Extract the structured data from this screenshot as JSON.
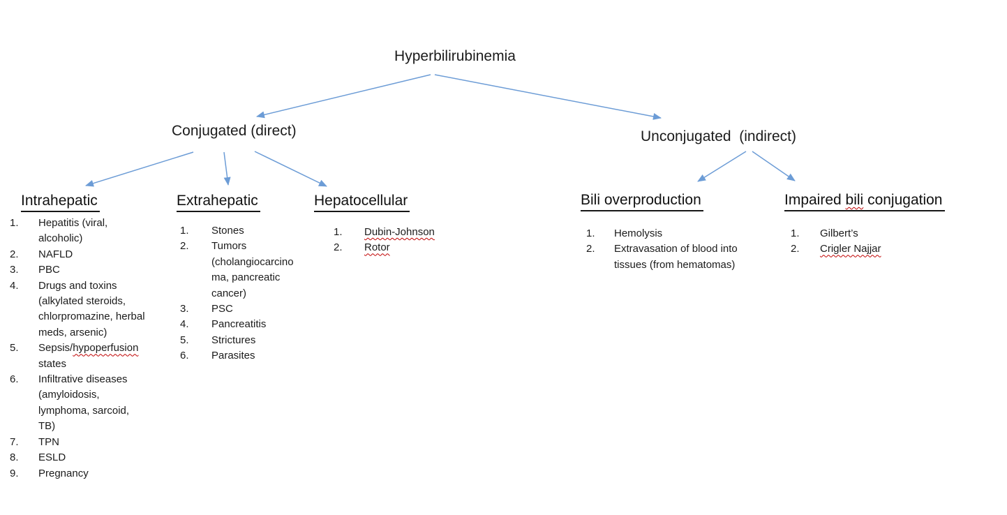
{
  "diagram": {
    "root": "Hyperbilirubinemia",
    "branch_conjugated": "Conjugated (direct)",
    "branch_unconjugated": "Unconjugated  (indirect)",
    "columns": [
      {
        "id": "intrahepatic",
        "header": [
          {
            "t": "Intrahepatic",
            "misspelled": false
          }
        ],
        "items": [
          [
            {
              "t": "Hepatitis (viral, alcoholic)",
              "misspelled": false
            }
          ],
          [
            {
              "t": "NAFLD",
              "misspelled": false
            }
          ],
          [
            {
              "t": "PBC",
              "misspelled": false
            }
          ],
          [
            {
              "t": "Drugs and toxins (alkylated steroids, chlorpromazine, herbal meds, arsenic)",
              "misspelled": false
            }
          ],
          [
            {
              "t": "Sepsis/",
              "misspelled": false
            },
            {
              "t": "hypoperfusion",
              "misspelled": true
            },
            {
              "t": " states",
              "misspelled": false
            }
          ],
          [
            {
              "t": "Infiltrative diseases (amyloidosis, lymphoma, sarcoid, TB)",
              "misspelled": false
            }
          ],
          [
            {
              "t": "TPN",
              "misspelled": false
            }
          ],
          [
            {
              "t": "ESLD",
              "misspelled": false
            }
          ],
          [
            {
              "t": "Pregnancy",
              "misspelled": false
            }
          ]
        ]
      },
      {
        "id": "extrahepatic",
        "header": [
          {
            "t": "Extrahepatic",
            "misspelled": false
          }
        ],
        "items": [
          [
            {
              "t": "Stones",
              "misspelled": false
            }
          ],
          [
            {
              "t": "Tumors (cholangiocarcinoma, pancreatic cancer)",
              "misspelled": false
            }
          ],
          [
            {
              "t": "PSC",
              "misspelled": false
            }
          ],
          [
            {
              "t": "Pancreatitis",
              "misspelled": false
            }
          ],
          [
            {
              "t": "Strictures",
              "misspelled": false
            }
          ],
          [
            {
              "t": "Parasites",
              "misspelled": false
            }
          ]
        ]
      },
      {
        "id": "hepatocellular",
        "header": [
          {
            "t": "Hepatocellular",
            "misspelled": false
          }
        ],
        "items": [
          [
            {
              "t": "Dubin-Johnson",
              "misspelled": true
            }
          ],
          [
            {
              "t": "Rotor",
              "misspelled": true
            }
          ]
        ]
      },
      {
        "id": "bili-overproduction",
        "header": [
          {
            "t": "Bili overproduction",
            "misspelled": false
          }
        ],
        "items": [
          [
            {
              "t": "Hemolysis",
              "misspelled": false
            }
          ],
          [
            {
              "t": "Extravasation of blood into tissues (from hematomas)",
              "misspelled": false
            }
          ]
        ]
      },
      {
        "id": "impaired-bili-conjugation",
        "header": [
          {
            "t": "Impaired ",
            "misspelled": false
          },
          {
            "t": "bili",
            "misspelled": true
          },
          {
            "t": " conjugation",
            "misspelled": false
          }
        ],
        "items": [
          [
            {
              "t": "Gilbert’s",
              "misspelled": false
            }
          ],
          [
            {
              "t": "Crigler Najjar",
              "misspelled": true
            }
          ]
        ]
      }
    ],
    "colors": {
      "arrow": "#6c9cd6",
      "text": "#1b1b1b",
      "squiggle": "#c00000"
    }
  }
}
